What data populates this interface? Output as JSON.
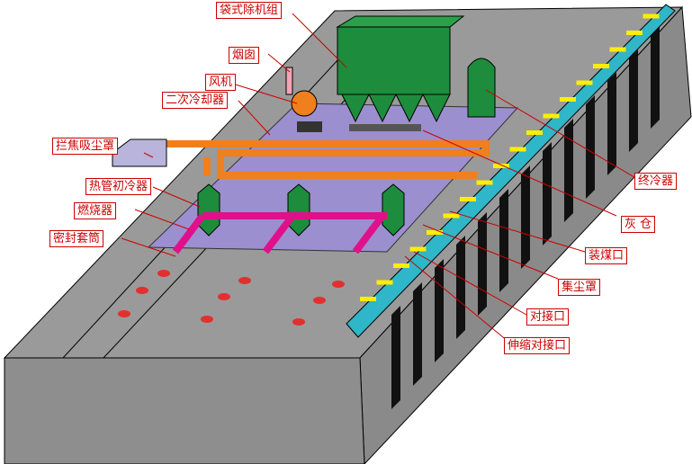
{
  "labels": {
    "baghouse": "袋式除机组",
    "chimney": "烟囱",
    "fan": "风机",
    "secondary_cooler": "二次冷却器",
    "hood": "拦焦吸尘罩",
    "heat_pipe_cooler": "热管初冷器",
    "burner": "燃烧器",
    "seal_sleeve": "密封套筒",
    "final_cooler": "终冷器",
    "ash_bin": "灰 仓",
    "charging_port": "装煤口",
    "dust_hood": "集尘罩",
    "docking_port": "对接口",
    "telescopic_port": "伸缩对接口"
  },
  "colors": {
    "slab": "#999999",
    "platform": "#9b8fd0",
    "duct": "#f07f1e",
    "pipe": "#e0108a",
    "equipment": "#1d8c3c",
    "bar": "#2fb6c8",
    "label": "#cc0000"
  }
}
